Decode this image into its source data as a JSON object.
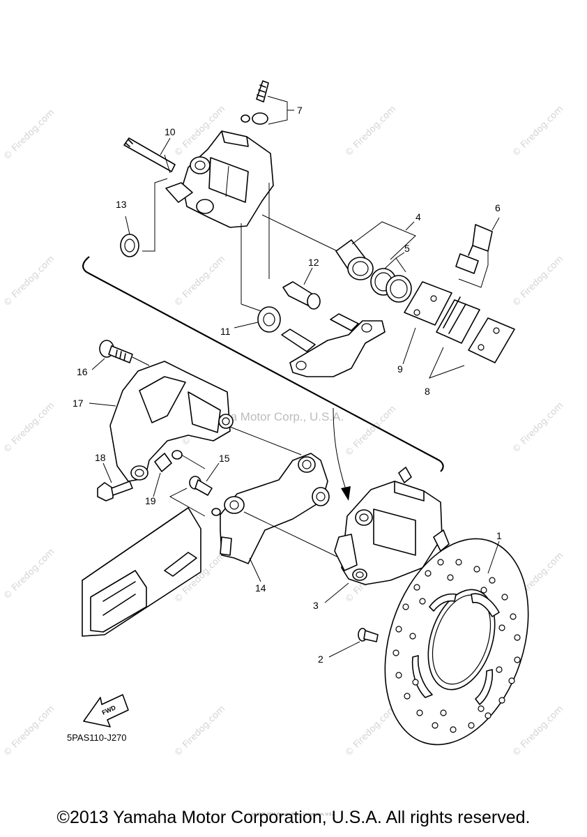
{
  "diagram": {
    "labels": {
      "c1": "1",
      "c2": "2",
      "c3": "3",
      "c4": "4",
      "c5": "5",
      "c6": "6",
      "c7": "7",
      "c8": "8",
      "c9": "9",
      "c10": "10",
      "c11": "11",
      "c12": "12",
      "c13": "13",
      "c14": "14",
      "c15": "15",
      "c16": "16",
      "c17": "17",
      "c18": "18",
      "c19": "19"
    },
    "part_code": "5PAS110-J270",
    "fwd_label": "FWD",
    "center_watermark": "Yamaha Motor Corp., U.S.A.",
    "watermark": "© Firedog.com"
  },
  "footer": {
    "copyright": "©2013 Yamaha Motor Corporation, U.S.A. All rights reserved.",
    "tiny_copyright": "(c) 2005-2016 Yamaha Motor Corporation, U.S.A."
  }
}
